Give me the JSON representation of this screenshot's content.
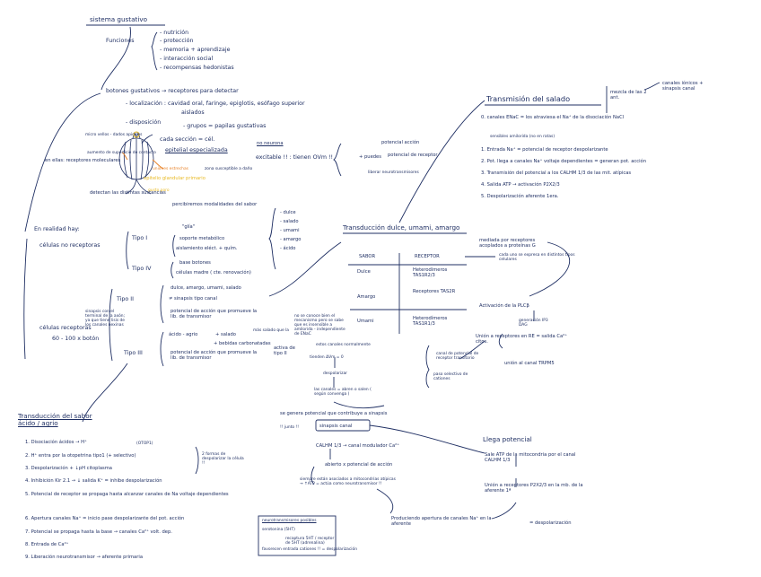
{
  "title": "sistema gustativo",
  "funciones": {
    "label": "Funciones",
    "items": [
      "- nutrición",
      "- protección",
      "- memoria + aprendizaje",
      "- interacción social",
      "- recompensas hedonistas"
    ]
  },
  "botones": {
    "main": "botones gustativos → receptores para detectar",
    "localizacion": "- localización : cavidad oral, faringe, epiglotis, esófago superior",
    "aislados": "aislados",
    "disposicion": "- disposición",
    "grupos": "- grupos = papilas gustativas",
    "cada_seccion": "cada sección = cél.",
    "epitelial": "epitelial especializada",
    "excitable": "excitable !! : tienen OVm !!",
    "no_neurona": "no neurona",
    "pot_accion": "potencial acción",
    "puedes": "+ puedes",
    "pot_receptor": "potencial de receptor",
    "liberar": "liberar neurotransmisores",
    "microvellos": "micro vellos - dados apicales",
    "en_ellas": "en ellas: receptores moleculares",
    "aumento": "aumento de superficie de contacto",
    "uniones": "uniones estrechas",
    "uniones_desc": "zona susceptible a daño",
    "epitelio_poro": "epitelio glandular primario",
    "gusto_poro": "gusto poro",
    "detectan": "detectan las distintas sustancias",
    "percibiremos": "percibiremos modalidades del sabor",
    "sabores": [
      "- dulce",
      "- salado",
      "- umami",
      "- amargo",
      "- ácido"
    ]
  },
  "realidad": {
    "title": "En realidad hay:",
    "no_receptoras": "células no receptoras",
    "tipo1": "Tipo I",
    "glia": "\"glía\"",
    "soporte": "soporte metabólico",
    "aislamiento": "aislamiento eléct. + quím.",
    "tipo4": "Tipo IV",
    "base": "base botones",
    "celulas_madre": "células madre ( cte. renovación)",
    "receptoras": "células receptoras",
    "receptoras_num": "60 - 100 x botón",
    "tipo2": "Tipo II",
    "tipo2_sabores": "dulce, amargo, umami, salado",
    "tipo2_sinapsis": "≠ sinapsis tipo canal",
    "tipo2_pot": "potencial de acción que promueve la lib. de transmisor",
    "nota_lateral": "sinapsis con el terminal de la axón; ya que tiene lisis de los canales nexinas",
    "tipo3": "Tipo III",
    "acido": "ácido - agrio",
    "salado": "+ salado",
    "bebidas": "+ bebidas carbonatadas",
    "mas_salado": "más salado que la",
    "activa_tipo": "activa de tipo II",
    "tipo3_pot": "potencial de acción que promueve la lib. de transmisor"
  },
  "acido": {
    "title": "Transducción del sabor ácido / agrio",
    "steps": [
      "1. Disociación ácidos → H⁺",
      "2. H⁺ entra por la otopetrina tipo1 (+ selectivo)",
      "3. Despolarización + ↓pH citoplasma",
      "4. Inhibición Kir 2.1 → ↓ salida K⁺ = inhibe despolarización",
      "5. Potencial de receptor se propaga hasta alcanzar canales de Na voltaje dependientes",
      "6. Apertura canales Na⁺ = inicio pase despolarizante del pot. acción",
      "7. Potencial se propaga hasta la base → canales Ca²⁺ volt. dep.",
      "8. Entrada de Ca²⁺",
      "9. Liberación neurotransmisor → aferente primaria"
    ],
    "otop": "(OTOP1)",
    "bracket": "2 formas de despolarizar la célula !!"
  },
  "salado": {
    "title": "Transmisión del salado",
    "mezcla": "mezcla de las 2 ant.",
    "canales_ionicos": "canales iónicos + sinapsis canal",
    "step0": "0. canales ENaC = los atraviesa el Na⁺ de la disociación NaCl",
    "sensibles": "sensibles amilorida (no en ratas)",
    "steps": [
      "1. Entrada Na⁺ = potencial de receptor despolarizante",
      "2. Pot. llega a canales Na⁺ voltaje dependientes = generan pot. acción",
      "3. Transmisión del potencial a los CALHM 1/3 de las mit. atípicas",
      "4. Salida ATP → activación P2X2/3",
      "5. Despolarización aferente 1era."
    ]
  },
  "dulce": {
    "title": "Transducción dulce, umami, amargo",
    "mediada": "mediada por receptores acoplados a proteínas G",
    "cada_uno": "cada uno se expresa en distintos tipos celulares",
    "table_headers": [
      "SABOR",
      "RECEPTOR"
    ],
    "table_rows": [
      [
        "Dulce",
        "Heterodímeros TAS1R2/3"
      ],
      [
        "Amargo",
        "Receptores TAS2R"
      ],
      [
        "Umami",
        "Heterodímeros TAS1R1/3"
      ]
    ],
    "activacion": "Activación de la PLCβ",
    "generacion": "generación IP3 DAG",
    "union": "Unión a receptores en RE = salida Ca²⁺ citos.",
    "union_trpm": "unión al canal TRPM5",
    "canal_potencial": "canal de potencial de receptor transitorio",
    "paso": "paso selectivo de cationes",
    "no_conoce": "no se conoce bien el mecanismo pero se sabe que es insensible a amilorida - independiente de ENaC",
    "estos_canales": "estos canales normalmente",
    "tienden": "tienden ΔVm = 0",
    "despolarizar": "despolarizar",
    "canales_abren": "las canales = abren o salen ( según convenga )",
    "genera": "se genera potencial que contribuye a sinapsis",
    "junto": "!! junto !!",
    "sinapsis_canal": "sinapsis canal",
    "calhm": "CALHM 1/3 → canal modulador Ca²⁺",
    "abierto": "abierto x potencial de acción",
    "siempre": "siempre están asociados a mitocondrias atípicas → ↑ATP = actúa como neurotransmisor !!",
    "llega": "Llega potencial",
    "sale_atp": "Sale ATP de la mitocondria por el canal CALHM 1/3",
    "union_p2x": "Unión a receptores P2X2/3 en la mb. de la aferente 1ª",
    "produciendo": "Produciendo apertura de canales Na⁺ en la aferente",
    "despolarizacion": "= despolarización",
    "legend_title": "neurotransmisores posibles",
    "legend_1": "serotonina (5HT)",
    "legend_2": "recaptura 5HT / receptor de 5HT (adrenalina)",
    "legend_3": "favorecen entrada cationes !! = despolarización"
  }
}
